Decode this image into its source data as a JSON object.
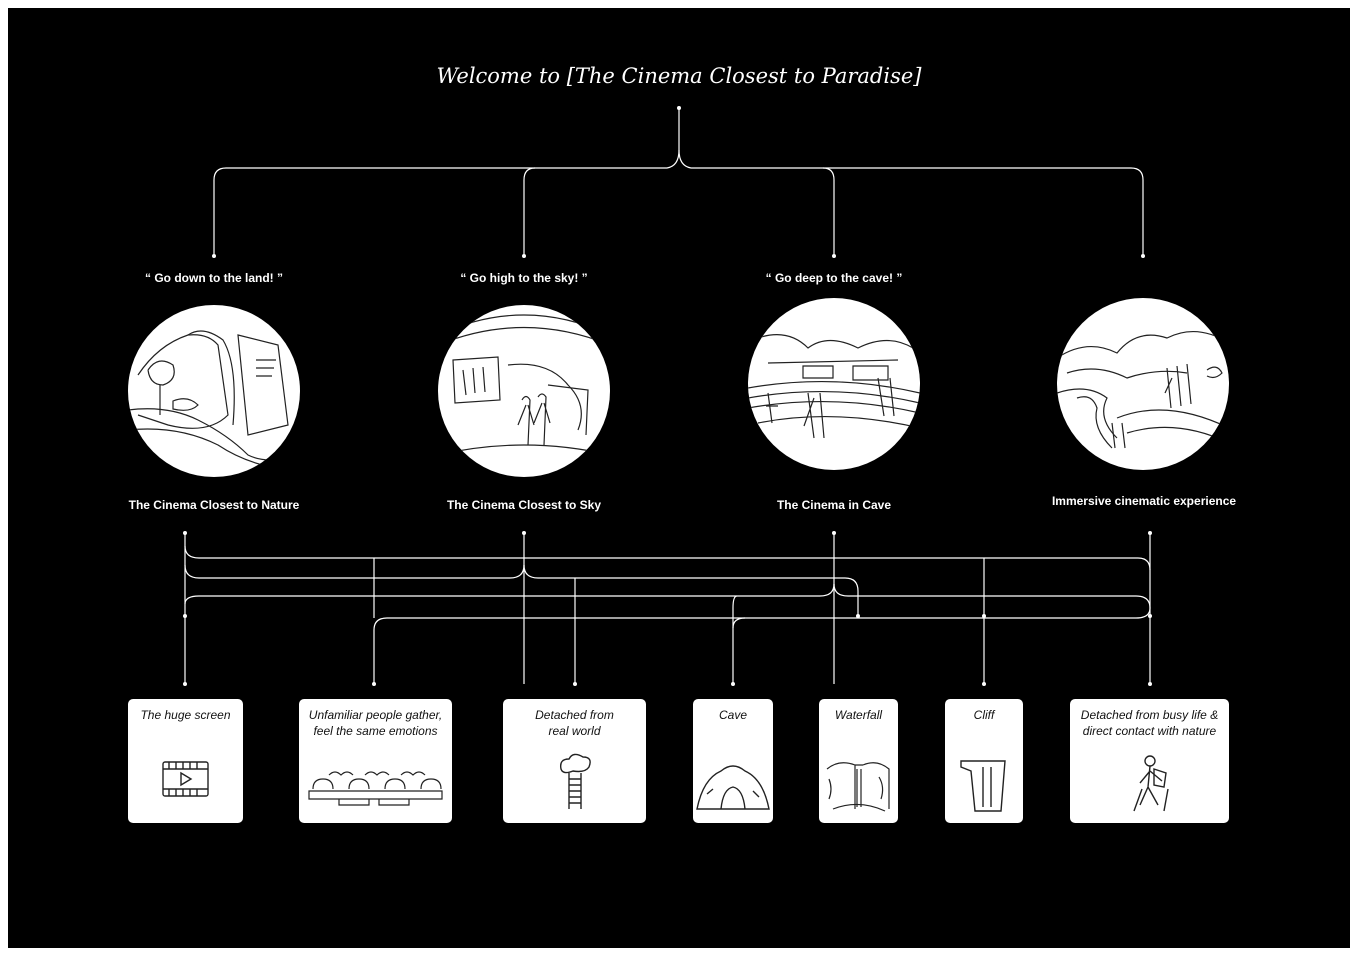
{
  "title": "Welcome to [The Cinema Closest to Paradise]",
  "concepts": [
    {
      "quote": "“ Go down to the land! ”",
      "label": "The Cinema Closest to Nature",
      "icon": "cliff-park-sketch-icon"
    },
    {
      "quote": "“ Go high to the sky! ”",
      "label": "The Cinema Closest to Sky",
      "icon": "sky-cinema-sketch-icon"
    },
    {
      "quote": "“ Go deep to the cave! ”",
      "label": "The Cinema in Cave",
      "icon": "cave-cinema-sketch-icon"
    },
    {
      "quote": "",
      "label": "Immersive cinematic experience",
      "icon": "terraced-landscape-sketch-icon"
    }
  ],
  "features": [
    {
      "text": "The huge screen",
      "icon": "film-screen-icon"
    },
    {
      "text": "Unfamiliar people  gather,\nfeel the same emotions",
      "icon": "audience-row-icon"
    },
    {
      "text": "Detached from\nreal world",
      "icon": "ladder-to-cloud-icon"
    },
    {
      "text": "Cave",
      "icon": "cave-icon"
    },
    {
      "text": "Waterfall",
      "icon": "waterfall-icon"
    },
    {
      "text": "Cliff",
      "icon": "cliff-icon"
    },
    {
      "text": "Detached from busy life &\ndirect contact with nature",
      "icon": "hiker-icon"
    }
  ],
  "colors": {
    "background": "#000000",
    "line": "#ffffff",
    "card": "#ffffff"
  }
}
